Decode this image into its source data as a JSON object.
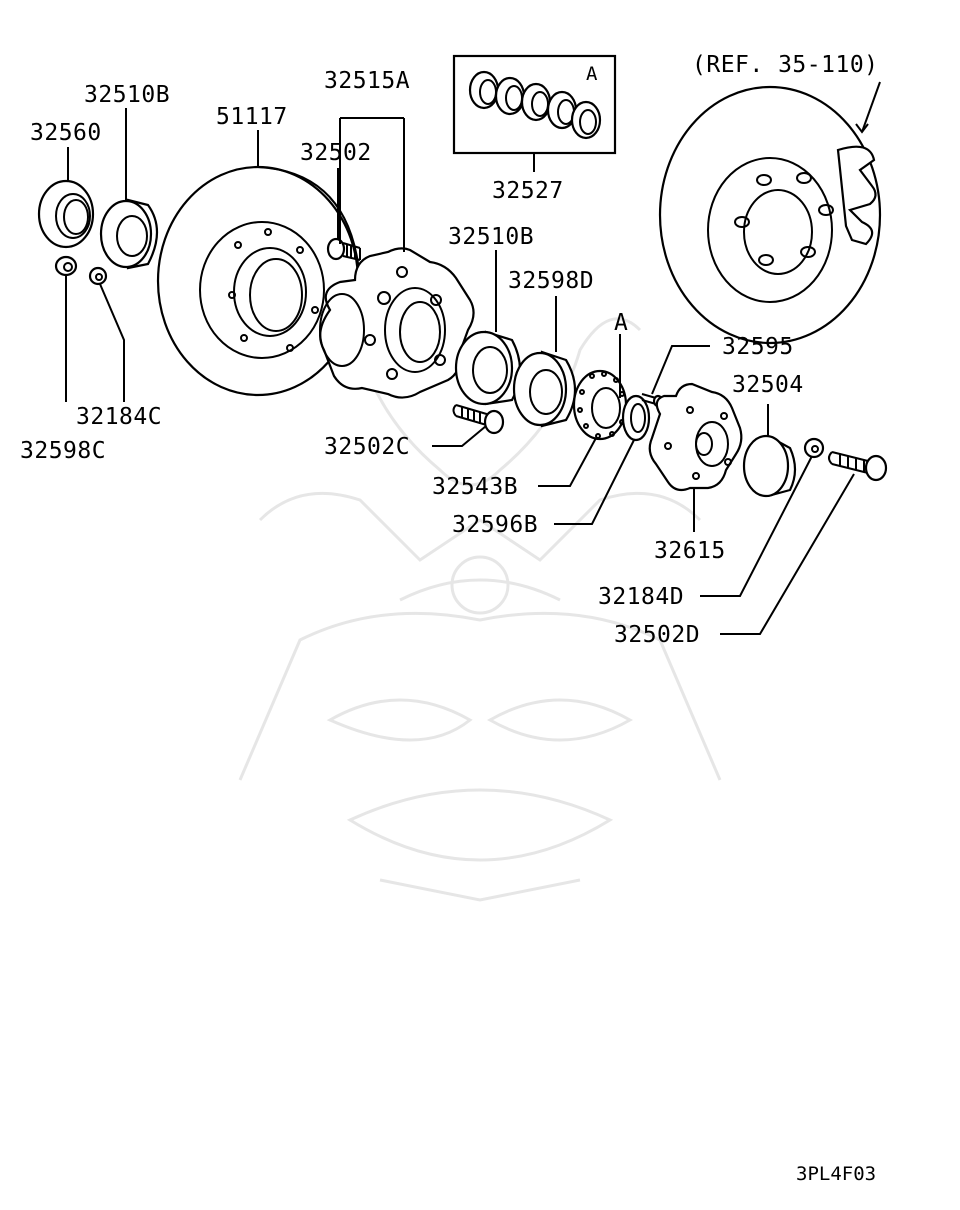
{
  "diagram": {
    "code": "3PL4F03",
    "ref_note": "(REF. 35-110)",
    "kit_marker": "A",
    "parts": {
      "p32560": "32560",
      "p32510B_left": "32510B",
      "p51117": "51117",
      "p32515A": "32515A",
      "p32502": "32502",
      "p32527": "32527",
      "p32510B_mid": "32510B",
      "p32598D": "32598D",
      "p32595": "32595",
      "p32504": "32504",
      "p32184C": "32184C",
      "p32598C": "32598C",
      "p32502C": "32502C",
      "p32543B": "32543B",
      "p32596B": "32596B",
      "p32615": "32615",
      "p32184D": "32184D",
      "p32502D": "32502D",
      "marker_A": "A"
    }
  }
}
